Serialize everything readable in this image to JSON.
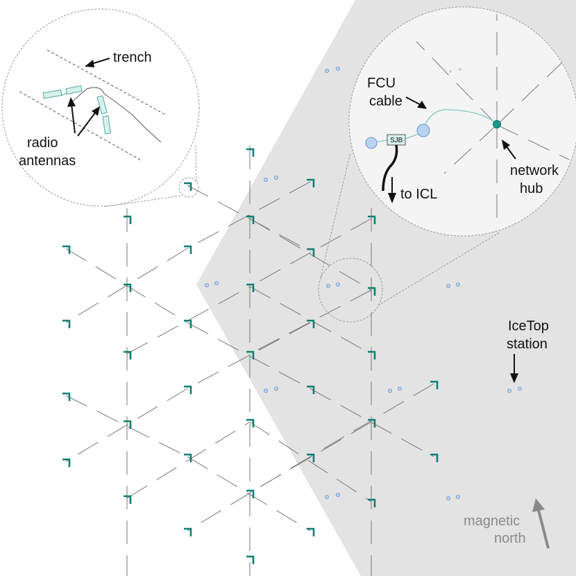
{
  "labels": {
    "trench": "trench",
    "radio_antennas_1": "radio",
    "radio_antennas_2": "antennas",
    "fcu_cable_1": "FCU",
    "fcu_cable_2": "cable",
    "network_hub_1": "network",
    "network_hub_2": "hub",
    "to_icl": "to ICL",
    "sjb": "SJB",
    "icetop_station_1": "IceTop",
    "icetop_station_2": "station",
    "magnetic_north_1": "magnetic",
    "magnetic_north_2": "north"
  },
  "colors": {
    "background": "#ffffff",
    "icetop_region": "#e3e3e3",
    "zoom_circle": "#f4f4f4",
    "antenna": "#0f7f74",
    "icetop_tank_fill": "#b8d3f2",
    "icetop_tank_stroke": "#6f95c4",
    "cable": "#8fcfc5",
    "arrow": "#111111",
    "north_arrow": "#8a8a8a",
    "trench_line": "#555555"
  },
  "icons": {
    "antenna_station": "corner-antenna-icon",
    "icetop_tank": "tank-dot-icon",
    "network_hub": "hub-dot-icon",
    "north_arrow": "arrow-up-icon"
  }
}
